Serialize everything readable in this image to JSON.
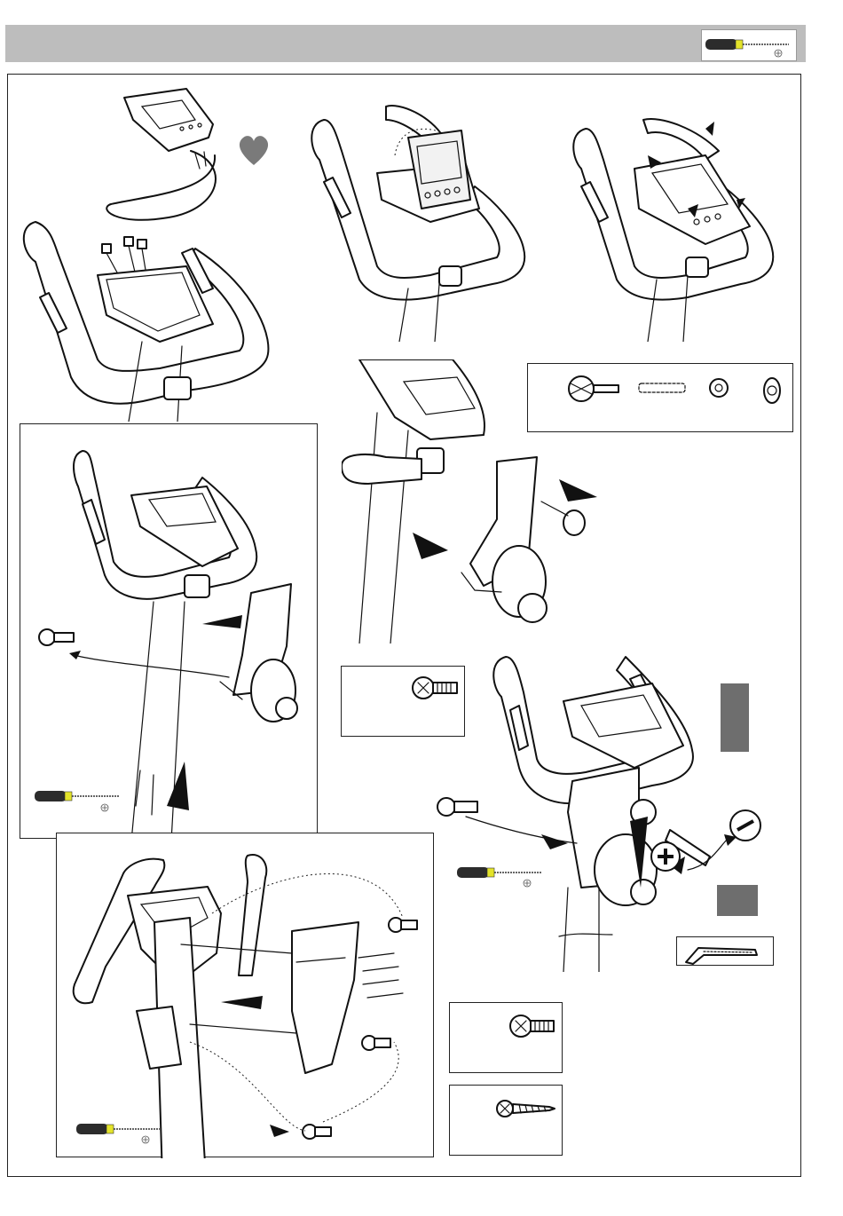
{
  "header": {
    "tool_icon": "screwdriver-icon"
  },
  "steps": [
    {
      "id": "step-1",
      "icons": [
        "console-icon",
        "cable-connector-icon",
        "heart-icon"
      ]
    },
    {
      "id": "step-2",
      "icons": [
        "console-icon"
      ]
    },
    {
      "id": "step-3",
      "icons": [
        "console-icon",
        "arrow-icon"
      ]
    },
    {
      "id": "step-4",
      "icons": [
        "knob-bolt-icon",
        "arrow-icon"
      ]
    },
    {
      "id": "step-5",
      "icons": [
        "bolt-icon",
        "screwdriver-icon",
        "arrow-icon"
      ]
    },
    {
      "id": "step-6",
      "icons": [
        "bolt-icon",
        "screwdriver-icon",
        "minus-icon",
        "plus-icon",
        "allen-key-icon"
      ]
    },
    {
      "id": "step-7",
      "icons": [
        "bolt-icon",
        "screw-icon",
        "screwdriver-icon",
        "arrow-icon"
      ]
    }
  ],
  "parts_boxes": [
    {
      "id": "parts-knob-set",
      "items": [
        "knob-bolt-icon",
        "spacer-icon",
        "washer-icon",
        "nut-icon"
      ]
    },
    {
      "id": "parts-bolt-a",
      "items": [
        "bolt-icon"
      ]
    },
    {
      "id": "parts-bolt-b",
      "items": [
        "bolt-icon"
      ]
    },
    {
      "id": "parts-screw",
      "items": [
        "screw-icon"
      ]
    },
    {
      "id": "parts-allen-key",
      "items": [
        "allen-key-icon"
      ]
    }
  ],
  "colors": {
    "header_bar": "#bdbdbd",
    "heart": "#7a7a7a",
    "grey_block": "#6e6e6e",
    "screwdriver_tip": "#e3e32a",
    "ink": "#111111"
  }
}
